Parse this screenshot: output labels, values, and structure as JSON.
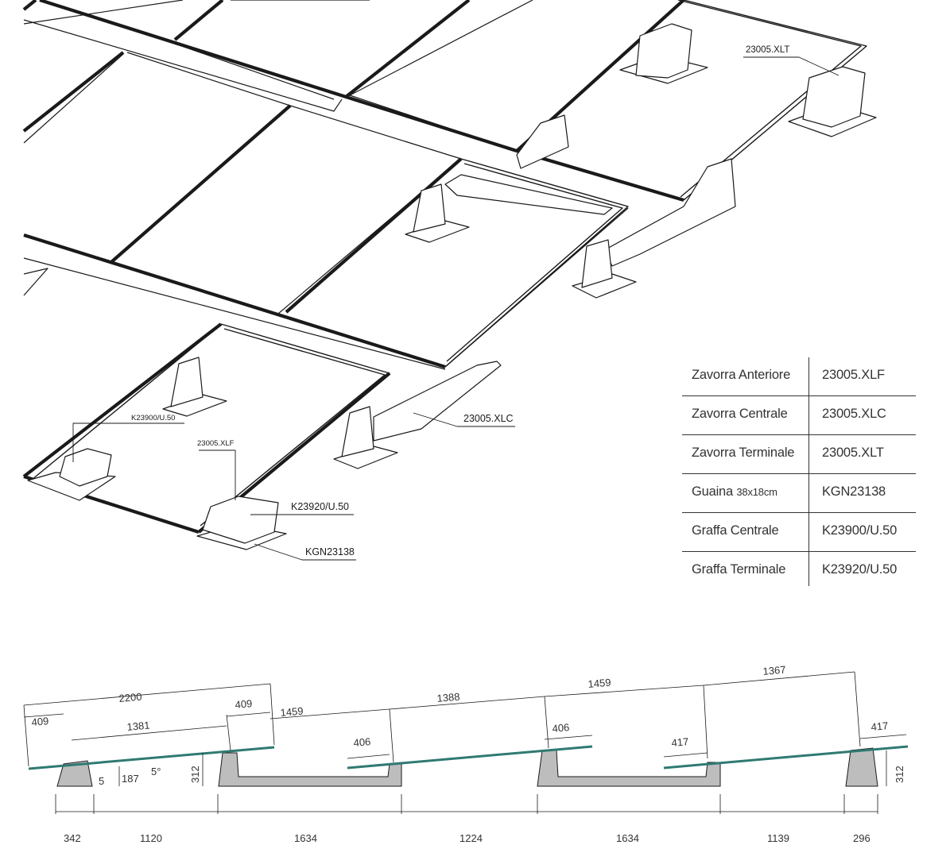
{
  "callouts": {
    "xlt": "23005.XLT",
    "k23900": "K23900/U.50",
    "xlf": "23005.XLF",
    "xlc": "23005.XLC",
    "k23920": "K23920/U.50",
    "kgn": "KGN23138"
  },
  "parts_table": [
    {
      "name": "Zavorra Anteriore",
      "note": "",
      "code": "23005.XLF"
    },
    {
      "name": "Zavorra Centrale",
      "note": "",
      "code": "23005.XLC"
    },
    {
      "name": "Zavorra Terminale",
      "note": "",
      "code": "23005.XLT"
    },
    {
      "name": "Guaina",
      "note": "38x18cm",
      "code": "KGN23138"
    },
    {
      "name": "Graffa Centrale",
      "note": "",
      "code": "K23900/U.50"
    },
    {
      "name": "Graffa Terminale",
      "note": "",
      "code": "K23920/U.50"
    }
  ],
  "dimensions": {
    "panel_length": "2200",
    "overhang_front": "409",
    "overhang_rear": "409",
    "span_1": "1381",
    "gap_1": "1459",
    "panel_2_front": "406",
    "span_2": "1388",
    "gap_2": "1459",
    "panel_3_front": "406",
    "panel_4_front": "417",
    "span_4": "1367",
    "panel_4_rear": "417",
    "height_left": "312",
    "height_right": "312",
    "height_small": "187",
    "small_5": "5",
    "angle": "5°",
    "base": [
      "342",
      "1120",
      "1634",
      "1224",
      "1634",
      "1139",
      "296"
    ]
  },
  "colors": {
    "line": "#1a1a1a",
    "panel_glass": "#2f7a72",
    "ballast_fill": "#bdbdbd",
    "text": "#333333"
  }
}
